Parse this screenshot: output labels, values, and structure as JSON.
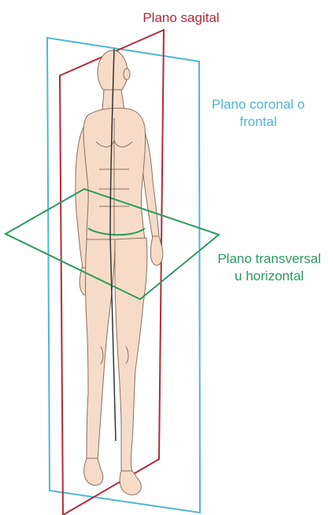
{
  "labels": {
    "sagittal": "Plano sagital",
    "coronal_line1": "Plano coronal o",
    "coronal_line2": "frontal",
    "transverse_line1": "Plano transversal",
    "transverse_line2": "u horizontal"
  },
  "colors": {
    "sagittal": "#b22a3a",
    "coronal": "#4fb6d2",
    "transverse": "#2c9a5c",
    "skin": "#f6dcc8",
    "outline": "#8a6f62",
    "background": "#ffffff"
  }
}
